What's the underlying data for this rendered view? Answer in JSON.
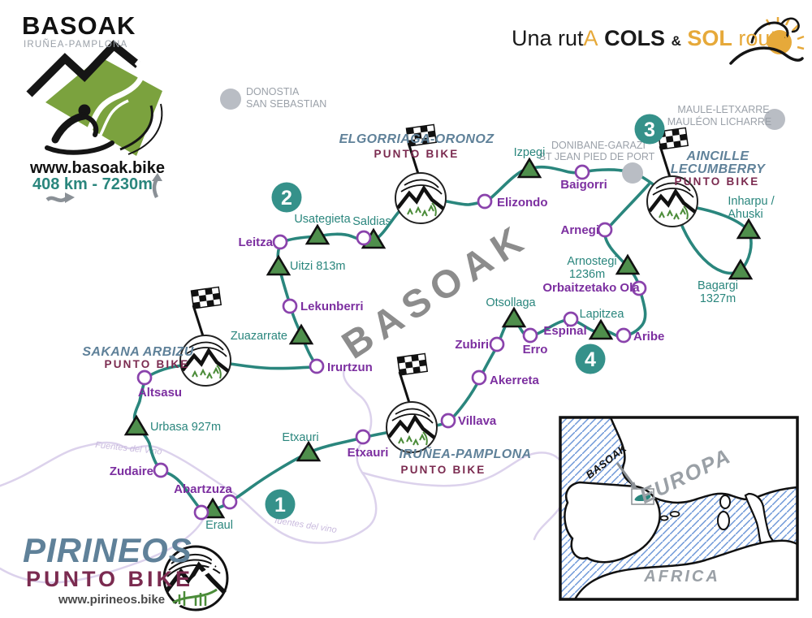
{
  "header": {
    "logo": {
      "title": "BASOAK",
      "subtitle": "IRUÑEA-PAMPLONA",
      "url": "www.basoak.bike",
      "stats": "408 km  - 7230m"
    },
    "tagline": {
      "una_rut": "Una rut",
      "a": "A",
      "cols": " COLS ",
      "amp": "&",
      "sol": " SOL",
      "route": " route"
    }
  },
  "map": {
    "big_label": "BASOAK",
    "stages": [
      "1",
      "2",
      "3",
      "4"
    ],
    "stations": [
      {
        "line1": "ELGORRIAGA-ORONOZ",
        "line2": "PUNTO BIKE"
      },
      {
        "line1": "AINCILLE",
        "line1b": "LECUMBERRY",
        "line2": "PUNTO BIKE"
      },
      {
        "line1": "SAKANA ARBIZU",
        "line2": "PUNTO BIKE"
      },
      {
        "line1": "IRUÑEA-PAMPLONA",
        "line2": "PUNTO BIKE"
      }
    ],
    "cities": [
      {
        "line1": "DONOSTIA",
        "line2": "SAN SEBASTIAN"
      },
      {
        "line1": "DONIBANE-GARAZI",
        "line2": "ST JEAN PIED DE PORT"
      },
      {
        "line1": "MAULE-LETXARRE",
        "line2": "MAULÉON LICHARRE"
      }
    ],
    "towns": [
      {
        "name": "Leitza"
      },
      {
        "name": "Lekunberri"
      },
      {
        "name": "Irurtzun"
      },
      {
        "name": "Altsasu"
      },
      {
        "name": "Zudaire"
      },
      {
        "name": "Abartzuza"
      },
      {
        "name": "Etxauri"
      },
      {
        "name": "Villava"
      },
      {
        "name": "Akerreta"
      },
      {
        "name": "Zubiri"
      },
      {
        "name": "Erro"
      },
      {
        "name": "Espinal"
      },
      {
        "name": "Aribe"
      },
      {
        "name": "Arnegi"
      },
      {
        "name": "Orbaitzetako Ola"
      },
      {
        "name": "Elizondo"
      },
      {
        "name": "Baigorri"
      }
    ],
    "peaks": [
      {
        "name": "Izpegi"
      },
      {
        "name": "Usategieta"
      },
      {
        "name": "Saldias"
      },
      {
        "name": "Uitzi 813m"
      },
      {
        "name": "Zuazarrate"
      },
      {
        "name": "Urbasa 927m"
      },
      {
        "name": "Eraul"
      },
      {
        "name": "Etxauri"
      },
      {
        "name": "Otsollaga"
      },
      {
        "name": "Lapitzea"
      },
      {
        "name": "Arnostegi",
        "name2": "1236m"
      },
      {
        "name": "Inharpu /",
        "name2": "Ahuski"
      },
      {
        "name": "Bagargi",
        "name2": "1327m"
      }
    ],
    "wine_labels": {
      "upper": "Fuentes del Vino",
      "lower": "fuentes del vino"
    }
  },
  "footer": {
    "title": "PIRINEOS",
    "line2": "PUNTO BIKE",
    "url": "www.pirineos.bike"
  },
  "inset": {
    "label": "BASOAK",
    "europa": "EUROPA",
    "africa": "AFRICA"
  },
  "colors": {
    "route_teal": "#2a867d",
    "town_purple": "#7c2fa0",
    "peak_green": "#4f8f4c",
    "punto_maroon": "#7b2b50",
    "station_blue": "#5f8199",
    "gold": "#e6a93a",
    "city_gray": "#9ba1a9",
    "wine_lavender": "#d9cdea"
  }
}
